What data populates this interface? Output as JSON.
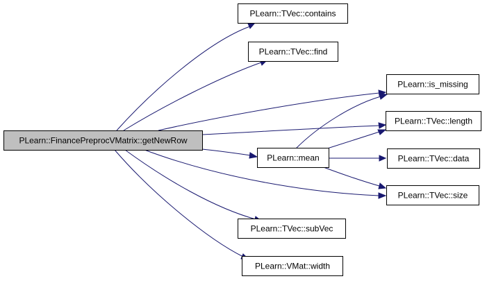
{
  "diagram": {
    "nodes": [
      {
        "id": "root",
        "label": "PLearn::FinancePreprocVMatrix::getNewRow",
        "root": true
      },
      {
        "id": "contains",
        "label": "PLearn::TVec::contains"
      },
      {
        "id": "find",
        "label": "PLearn::TVec::find"
      },
      {
        "id": "is_missing",
        "label": "PLearn::is_missing"
      },
      {
        "id": "length",
        "label": "PLearn::TVec::length"
      },
      {
        "id": "mean",
        "label": "PLearn::mean"
      },
      {
        "id": "data",
        "label": "PLearn::TVec::data"
      },
      {
        "id": "size",
        "label": "PLearn::TVec::size"
      },
      {
        "id": "subVec",
        "label": "PLearn::TVec::subVec"
      },
      {
        "id": "width",
        "label": "PLearn::VMat::width"
      }
    ],
    "edges": [
      {
        "from": "root",
        "to": "contains"
      },
      {
        "from": "root",
        "to": "find"
      },
      {
        "from": "root",
        "to": "is_missing"
      },
      {
        "from": "root",
        "to": "length"
      },
      {
        "from": "root",
        "to": "mean"
      },
      {
        "from": "root",
        "to": "size"
      },
      {
        "from": "root",
        "to": "subVec"
      },
      {
        "from": "root",
        "to": "width"
      },
      {
        "from": "mean",
        "to": "is_missing"
      },
      {
        "from": "mean",
        "to": "length"
      },
      {
        "from": "mean",
        "to": "data"
      },
      {
        "from": "mean",
        "to": "size"
      }
    ],
    "colors": {
      "edge": "#191970",
      "root_fill": "#bfbfbf",
      "node_fill": "#ffffff",
      "border": "#000000"
    }
  }
}
